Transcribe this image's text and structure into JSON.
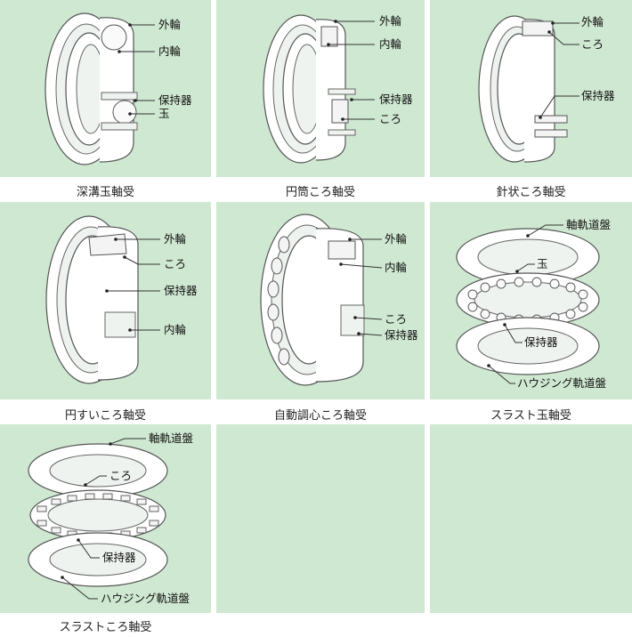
{
  "cells": [
    {
      "id": "deep-groove",
      "caption": "深溝玉軸受",
      "labels": [
        "外輪",
        "内輪",
        "保持器",
        "玉"
      ]
    },
    {
      "id": "cylindrical",
      "caption": "円筒ころ軸受",
      "labels": [
        "外輪",
        "内輪",
        "保持器",
        "ころ"
      ]
    },
    {
      "id": "needle",
      "caption": "針状ころ軸受",
      "labels": [
        "外輪",
        "ころ",
        "保持器"
      ]
    },
    {
      "id": "tapered",
      "caption": "円すいころ軸受",
      "labels": [
        "外輪",
        "ころ",
        "保持器",
        "内輪"
      ]
    },
    {
      "id": "spherical",
      "caption": "自動調心ころ軸受",
      "labels": [
        "外輪",
        "内輪",
        "ころ",
        "保持器"
      ]
    },
    {
      "id": "thrust-ball",
      "caption": "スラスト玉軸受",
      "labels": [
        "軸軌道盤",
        "玉",
        "保持器",
        "ハウジング軌道盤"
      ]
    },
    {
      "id": "thrust-roller",
      "caption": "スラストころ軸受",
      "labels": [
        "軸軌道盤",
        "ころ",
        "保持器",
        "ハウジング軌道盤"
      ]
    }
  ],
  "colors": {
    "panel": "#cfe8d2",
    "background": "#ffffff"
  }
}
